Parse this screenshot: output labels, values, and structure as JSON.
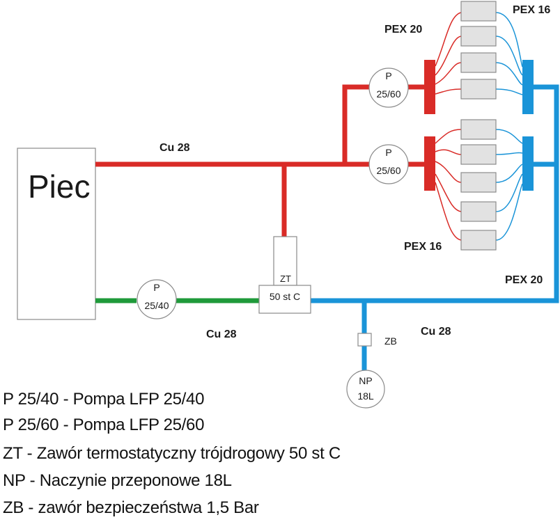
{
  "boiler": {
    "label": "Piec"
  },
  "pumps": {
    "upper": {
      "line1": "P",
      "line2": "25/60"
    },
    "lower": {
      "line1": "P",
      "line2": "25/60"
    },
    "boiler": {
      "line1": "P",
      "line2": "25/40"
    }
  },
  "valve": {
    "zt": "ZT",
    "temp": "50 st C"
  },
  "safety": {
    "zb": "ZB"
  },
  "vessel": {
    "line1": "NP",
    "line2": "18L"
  },
  "pipe_labels": {
    "cu28_top": "Cu 28",
    "cu28_bottom_left": "Cu 28",
    "cu28_bottom_right": "Cu 28",
    "pex20_top": "PEX 20",
    "pex16_top": "PEX 16",
    "pex16_bottom": "PEX 16",
    "pex20_right": "PEX 20"
  },
  "legend": [
    "P 25/40 - Pompa LFP 25/40",
    "P 25/60 - Pompa LFP 25/60",
    "ZT - Zawór termostatyczny trójdrogowy 50 st C",
    "NP - Naczynie przeponowe 18L",
    "ZB - zawór bezpieczeństwa 1,5 Bar"
  ],
  "colors": {
    "supply": "#d92b27",
    "return": "#1a94d8",
    "boiler_return": "#1f9a3a"
  }
}
